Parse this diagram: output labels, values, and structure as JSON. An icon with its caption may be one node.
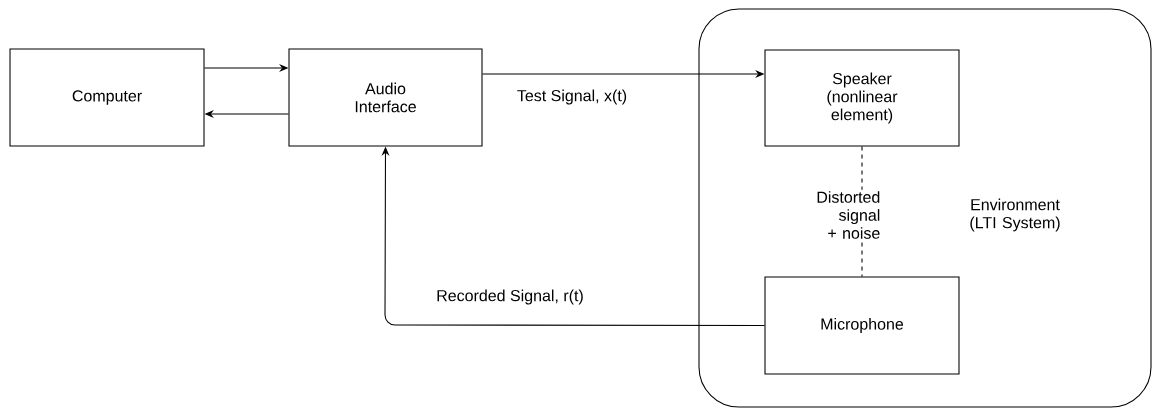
{
  "diagram": {
    "nodes": [
      {
        "text": [
          "Computer"
        ]
      },
      {
        "text": [
          "Audio Interface"
        ]
      },
      {
        "text": [
          "Environment (LTI System)"
        ]
      },
      {
        "text": [
          "Speaker (nonlinear element)"
        ],
        "in": 2
      },
      {
        "text": [
          "Microphone"
        ],
        "in": 2
      }
    ],
    "edges": [
      {
        "from": 0,
        "to": 1,
        "arrow": "to"
      },
      {
        "from": 1,
        "to": 0,
        "arrow": "to"
      },
      {
        "from": 1,
        "to": 3,
        "arrow": "to",
        "label": "Test Signal, x(t)"
      },
      {
        "from": 3,
        "to": 4,
        "arrow": "none",
        "style": "dashed",
        "label": "Distorted signal + noise"
      },
      {
        "from": 4,
        "to": 1,
        "arrow": "to",
        "label": "Recorded Signal, r(t)"
      }
    ]
  }
}
